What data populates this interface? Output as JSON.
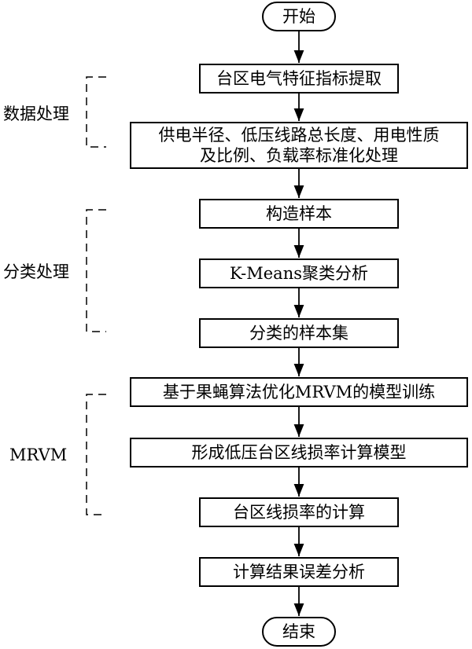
{
  "nodes": {
    "start": "开始",
    "extract": "台区电气特征指标提取",
    "normalize_line1": "供电半径、低压线路总长度、用电性质",
    "normalize_line2": "及比例、负载率标准化处理",
    "sample": "构造样本",
    "kmeans": "K-Means聚类分析",
    "classified": "分类的样本集",
    "train": "基于果蝇算法优化MRVM的模型训练",
    "model": "形成低压台区线损率计算模型",
    "calc": "台区线损率的计算",
    "error": "计算结果误差分析",
    "end": "结束"
  },
  "groups": {
    "data": "数据处理",
    "classify": "分类处理",
    "mrvm": "MRVM"
  }
}
